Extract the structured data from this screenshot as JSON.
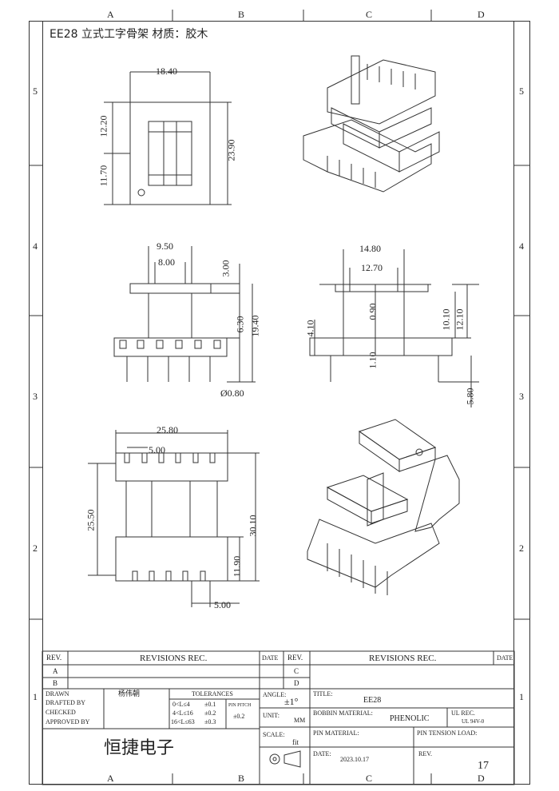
{
  "header": {
    "title": "EE28 立式工字骨架 材质：胶木"
  },
  "grid": {
    "cols": [
      "A",
      "B",
      "C",
      "D"
    ],
    "rows": [
      "5",
      "4",
      "3",
      "2",
      "1"
    ]
  },
  "view_top": {
    "width": "18.40",
    "upper": "12.20",
    "lower": "11.70",
    "height": "23.90"
  },
  "view_front": {
    "d1": "9.50",
    "d2": "8.00",
    "top": "3.00",
    "mid": "6.30",
    "overall": "19.40",
    "pin": "Ø0.80"
  },
  "view_side": {
    "w1": "14.80",
    "w2": "12.70",
    "left": "4.10",
    "center1": "0.90",
    "center2": "1.10",
    "r1": "10.10",
    "r2": "12.10",
    "pinlen": "5.80"
  },
  "view_bottom": {
    "width": "25.80",
    "pitch_top": "5.00",
    "left_h": "25.50",
    "right_h": "30.10",
    "bottom_h": "11.90",
    "pitch_bottom": "5.00"
  },
  "title_block": {
    "rev_header": "REV.",
    "revisions_rec": "REVISIONS REC.",
    "date_header": "DATE",
    "rev_a": "A",
    "rev_b": "B",
    "rev_c": "C",
    "rev_d": "D",
    "drawn": "DRAWN",
    "drafted": "DRAFTED  BY",
    "checked": "CHECKED",
    "approved": "APPROVED BY",
    "drafter_name": "杨伟朝",
    "tolerances": "TOLERANCES",
    "tol1": "0<L≤4",
    "tol1v": "±0.1",
    "tol2": "4<L≤16",
    "tol2v": "±0.2",
    "tol3": "16<L≤63",
    "tol3v": "±0.3",
    "pin_pitch": "PIN PITCH",
    "pin_pitch_v": "±0.2",
    "angle": "ANGLE:",
    "angle_v": "±1°",
    "unit": "UNIT:",
    "unit_v": "MM",
    "scale": "SCALE:",
    "scale_v": "fit",
    "title_label": "TITLE:",
    "title_v": "EE28",
    "bobbin_material": "BOBBIN MATERIAL:",
    "bobbin_material_v": "PHENOLIC",
    "ul_rec": "UL REC.",
    "ul_rec_v": "UL 94V-0",
    "pin_material": "PIN MATERIAL:",
    "pin_tension": "PIN TENSION LOAD:",
    "date_label": "DATE:",
    "date_v": "2023.10.17",
    "rev_label": "REV.",
    "company": "恒捷电子",
    "page": "17"
  }
}
